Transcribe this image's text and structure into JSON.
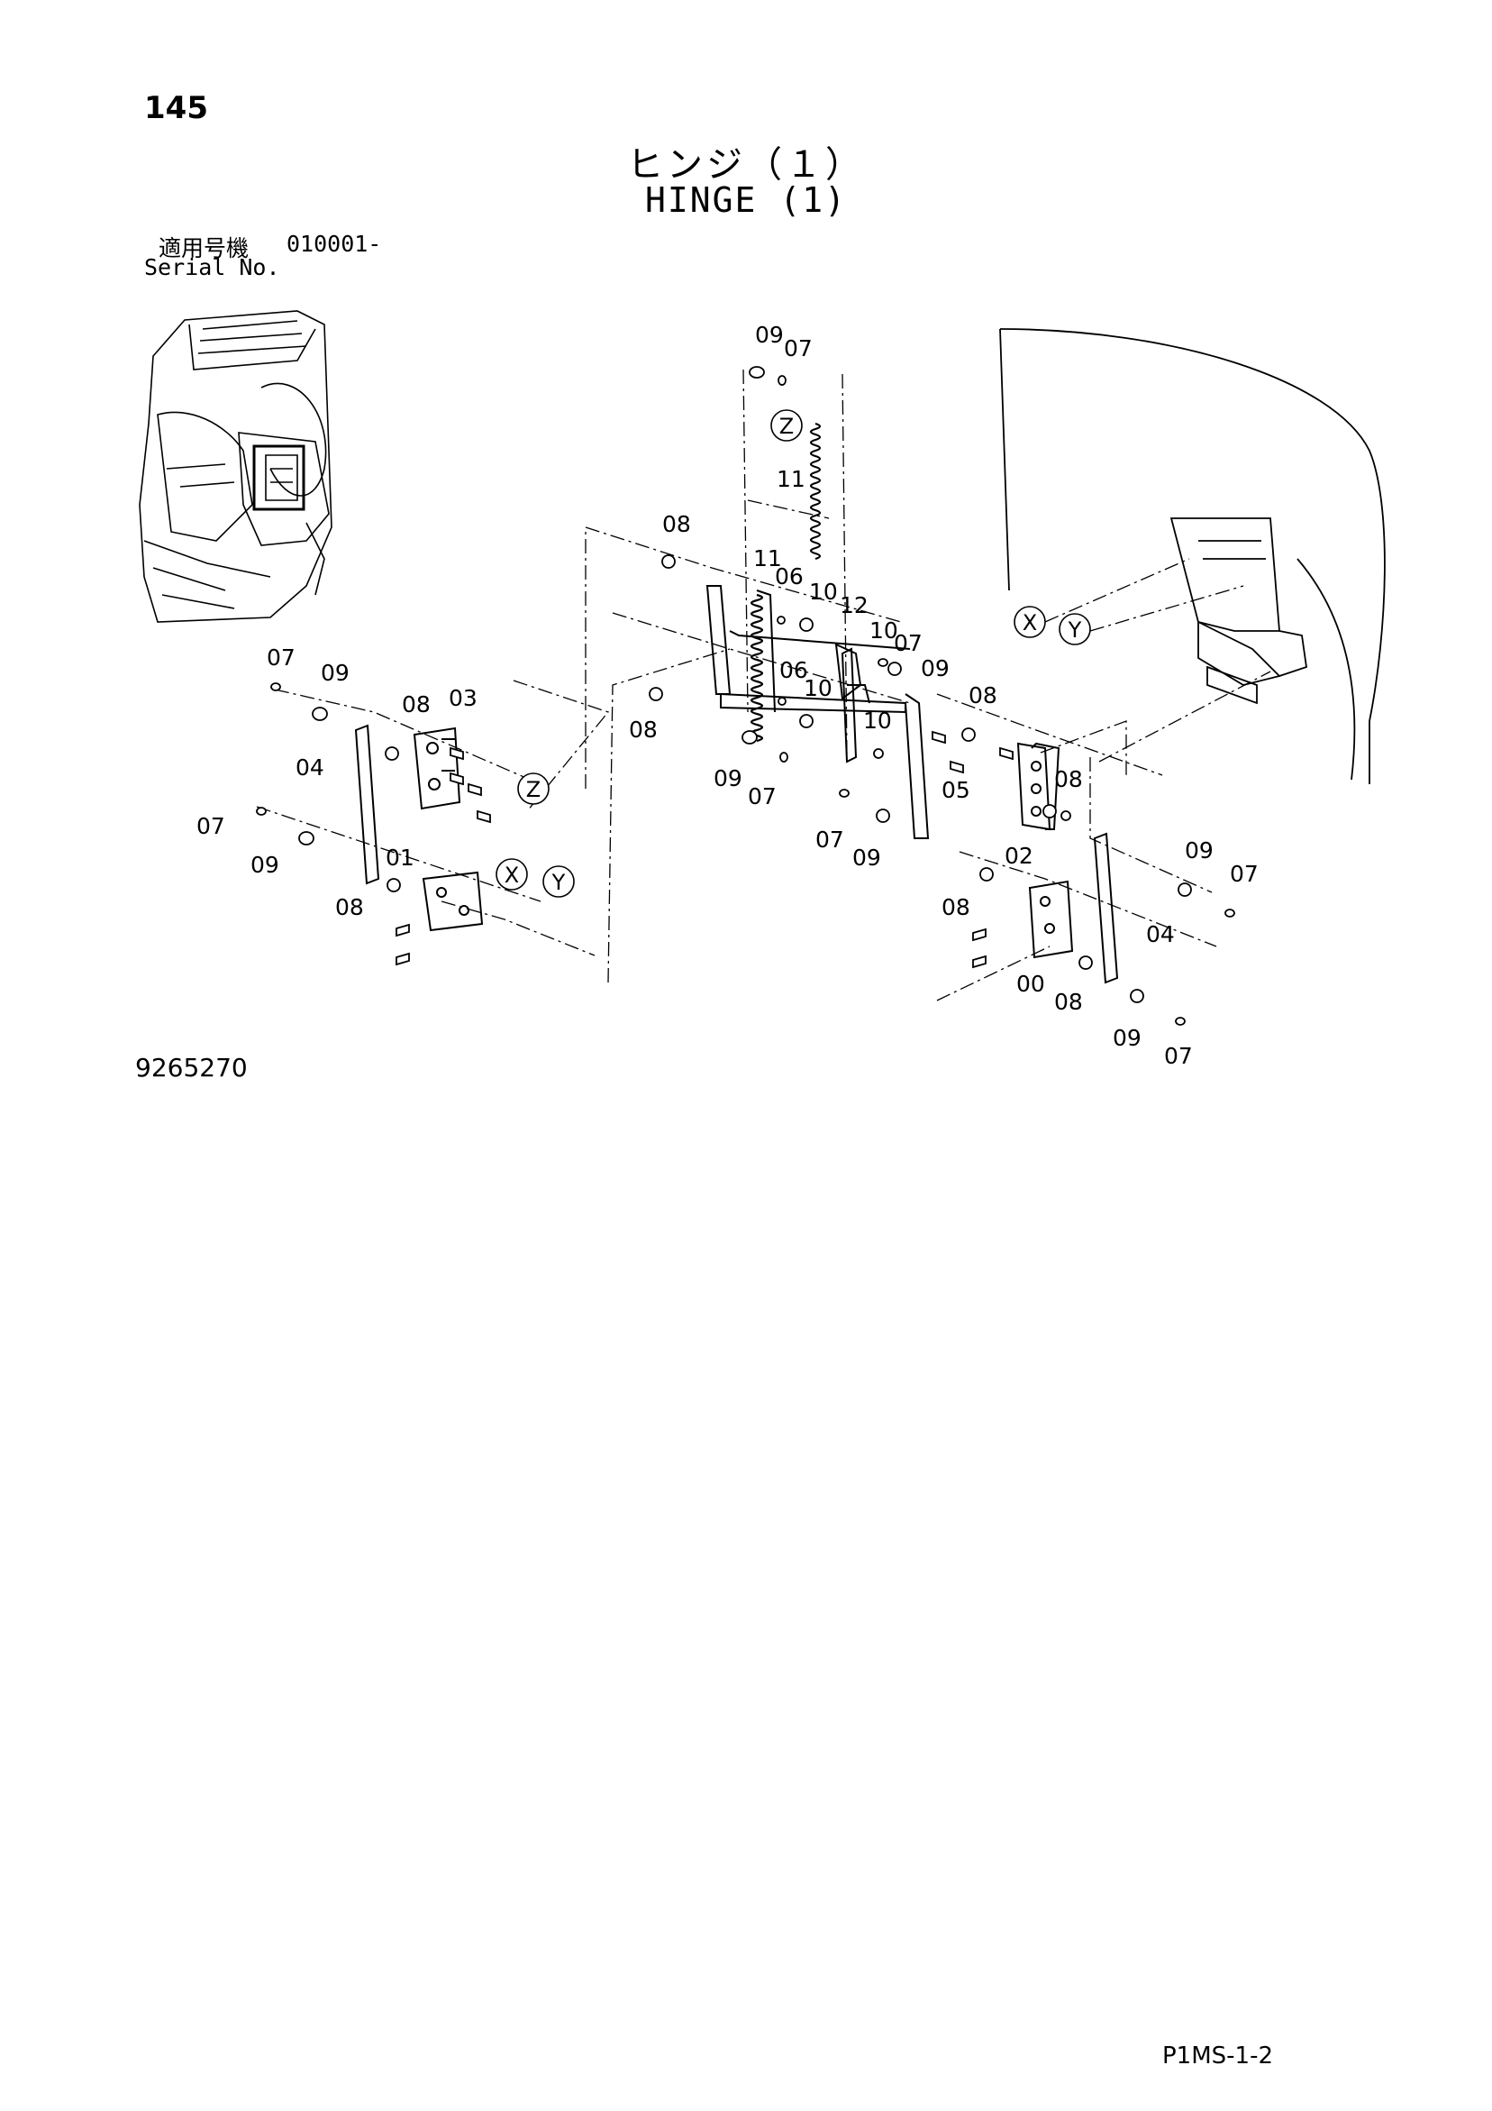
{
  "header": {
    "page_number": "145",
    "title_jp": "ヒンジ（１）",
    "title_en": "HINGE (1)",
    "serial_label_jp": "適用号機",
    "serial_value": "010001-",
    "serial_label_en": "Serial No."
  },
  "callouts": [
    "09",
    "07",
    "11",
    "08",
    "11",
    "06",
    "10",
    "12",
    "10",
    "07",
    "09",
    "07",
    "09",
    "08",
    "03",
    "04",
    "07",
    "09",
    "01",
    "08",
    "08",
    "06",
    "10",
    "10",
    "09",
    "07",
    "08",
    "05",
    "08",
    "07",
    "09",
    "02",
    "08",
    "09",
    "07",
    "04",
    "00",
    "08",
    "09",
    "07"
  ],
  "reference_markers": [
    "Z",
    "Z",
    "X",
    "Y",
    "X",
    "Y"
  ],
  "footer": {
    "drawing_number": "9265270",
    "page_code": "P1MS-1-2"
  }
}
